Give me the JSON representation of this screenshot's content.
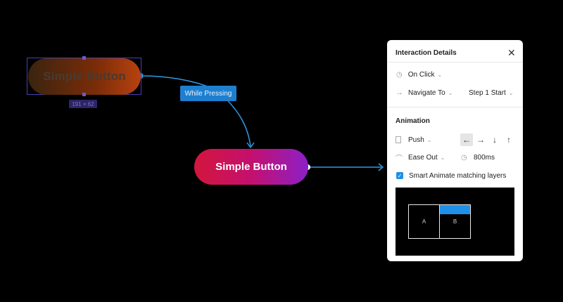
{
  "canvas": {
    "original_button_label": "Simple Button",
    "size_badge": "191 × 62",
    "trigger_label": "While Pressing",
    "destination_button_label": "Simple Button"
  },
  "panel": {
    "title": "Interaction Details",
    "trigger": {
      "value": "On Click",
      "icon": "clock-icon"
    },
    "action": {
      "value": "Navigate To",
      "destination": "Step 1 Start",
      "icon": "arrow-right-icon"
    },
    "animation": {
      "heading": "Animation",
      "type": "Push",
      "easing": "Ease Out",
      "duration": "800ms",
      "directions": [
        "←",
        "→",
        "↓",
        "↑"
      ],
      "active_direction": "←",
      "smart_animate_label": "Smart Animate matching layers",
      "smart_animate_checked": true,
      "preview": {
        "frame_a": "A",
        "frame_b": "B"
      }
    }
  },
  "colors": {
    "accent": "#1e90e8",
    "trigger_blue": "#1e7fcf",
    "dest_gradient_start": "#d2163d",
    "dest_gradient_end": "#8c20c8"
  }
}
